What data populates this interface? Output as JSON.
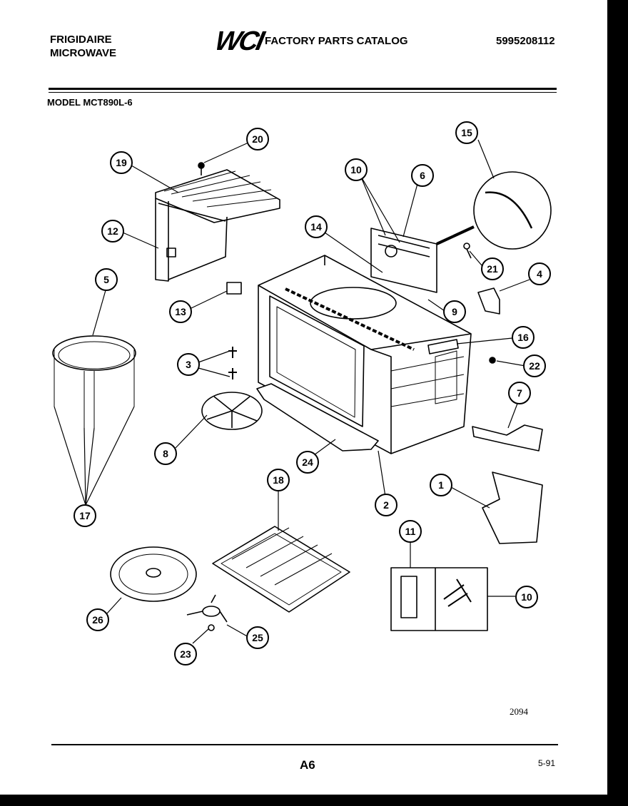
{
  "header": {
    "brand_line1": "FRIGIDAIRE",
    "brand_line2": "MICROWAVE",
    "logo_text": "WCI",
    "catalog_title": "FACTORY PARTS CATALOG",
    "part_number": "5995208112"
  },
  "model": "MODEL MCT890L-6",
  "callouts": [
    "20",
    "19",
    "12",
    "15",
    "10",
    "6",
    "14",
    "21",
    "4",
    "13",
    "9",
    "5",
    "16",
    "3",
    "22",
    "7",
    "8",
    "24",
    "17",
    "18",
    "1",
    "2",
    "11",
    "10",
    "26",
    "25",
    "23"
  ],
  "footer": {
    "ref_code": "2094",
    "page": "A6",
    "date": "5-91"
  }
}
